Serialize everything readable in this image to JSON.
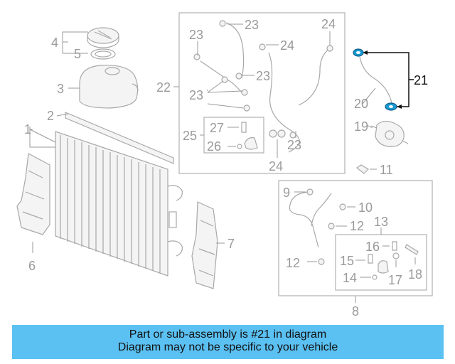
{
  "labels": {
    "l1": "1",
    "l2": "2",
    "l3": "3",
    "l4": "4",
    "l5": "5",
    "l6": "6",
    "l7": "7",
    "l8": "8",
    "l9": "9",
    "l10": "10",
    "l11": "11",
    "l12": "12",
    "l13": "13",
    "l14": "14",
    "l15": "15",
    "l16": "16",
    "l17": "17",
    "l18": "18",
    "l19": "19",
    "l20": "20",
    "l21": "21",
    "l22": "22",
    "l23": "23",
    "l24": "24",
    "l25": "25",
    "l26": "26",
    "l27": "27"
  },
  "highlight": {
    "part_number": "21",
    "color": "#1a9ad6"
  },
  "banner": {
    "line1": "Part or sub-assembly is #21 in diagram",
    "line2": "Diagram may not be specific to your vehicle",
    "background": "#5bc0f2"
  }
}
